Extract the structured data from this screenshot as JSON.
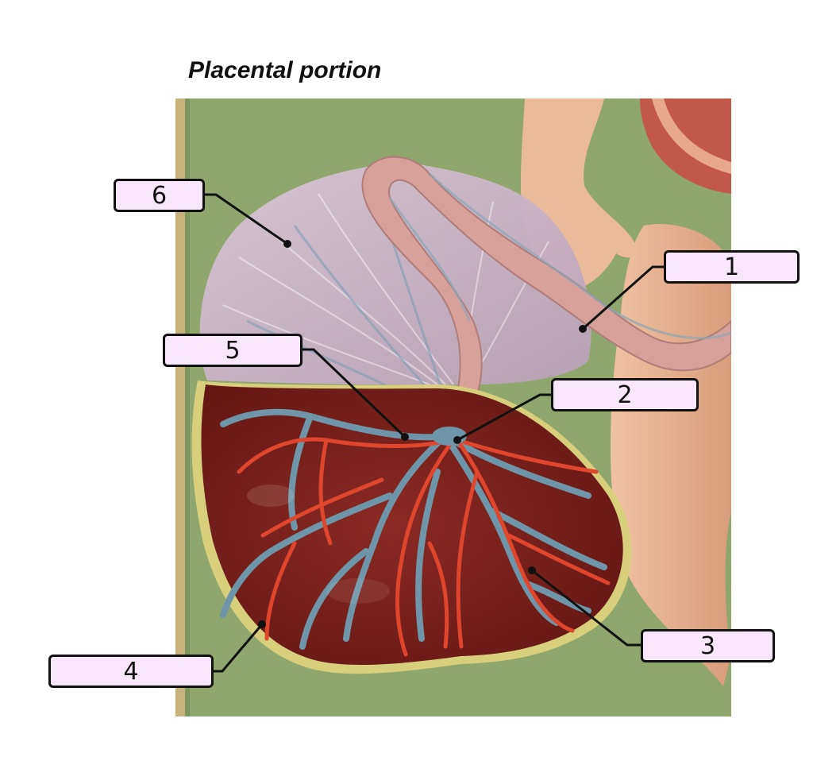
{
  "title": "Placental portion",
  "labels": [
    {
      "id": "label-1",
      "text": "1"
    },
    {
      "id": "label-2",
      "text": "2"
    },
    {
      "id": "label-3",
      "text": "3"
    },
    {
      "id": "label-4",
      "text": "4"
    },
    {
      "id": "label-5",
      "text": "5"
    },
    {
      "id": "label-6",
      "text": "6"
    }
  ],
  "colors": {
    "background": "#8fa66d",
    "placenta": "#7a1f1c",
    "membrane": "#c9b2c6",
    "cord": "#d9a19a",
    "artery": "#e0462c",
    "vein": "#6f95a8",
    "skin": "#e7b08e",
    "rim": "#d8cf7c",
    "label_fill": "#f8e6fa"
  }
}
